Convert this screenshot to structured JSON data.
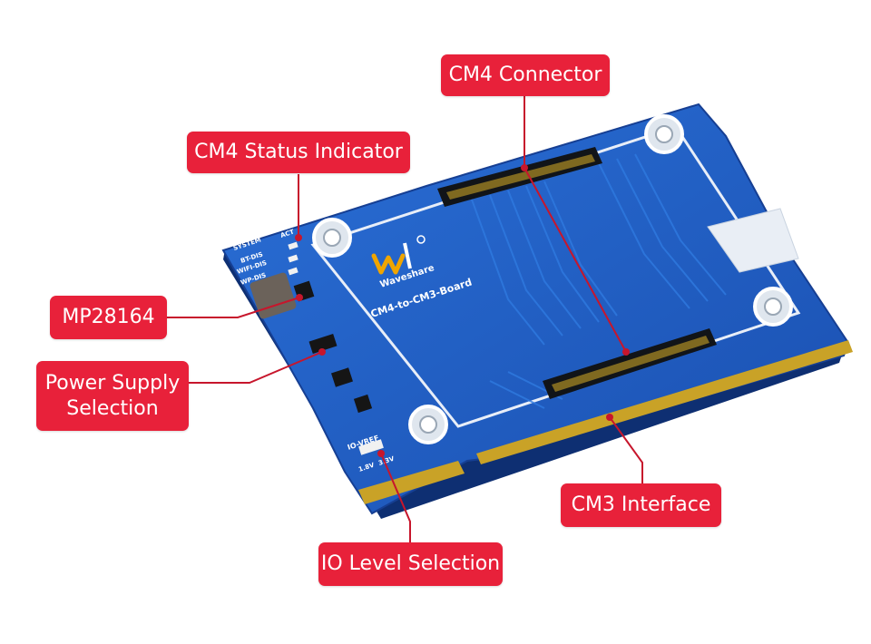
{
  "callouts": {
    "cm4_connector": "CM4 Connector",
    "cm4_status_indicator": "CM4 Status Indicator",
    "mp28164": "MP28164",
    "power_supply_selection_line1": "Power Supply",
    "power_supply_selection_line2": "Selection",
    "cm3_interface": "CM3 Interface",
    "io_level_selection": "IO Level Selection"
  },
  "board": {
    "brand": "Waveshare",
    "model": "CM4-to-CM3-Board",
    "silkscreen_labels": [
      "SYSTEM",
      "ACT",
      "BT-DIS",
      "WIFI-DIS",
      "WP-DIS",
      "IO-VREF",
      "1.8V",
      "3.3V"
    ]
  },
  "colors": {
    "callout_bg": "#e8213a",
    "pcb_blue": "#1f5cc4",
    "gold_fingers": "#c9a227",
    "leader_line": "#c7162c"
  }
}
